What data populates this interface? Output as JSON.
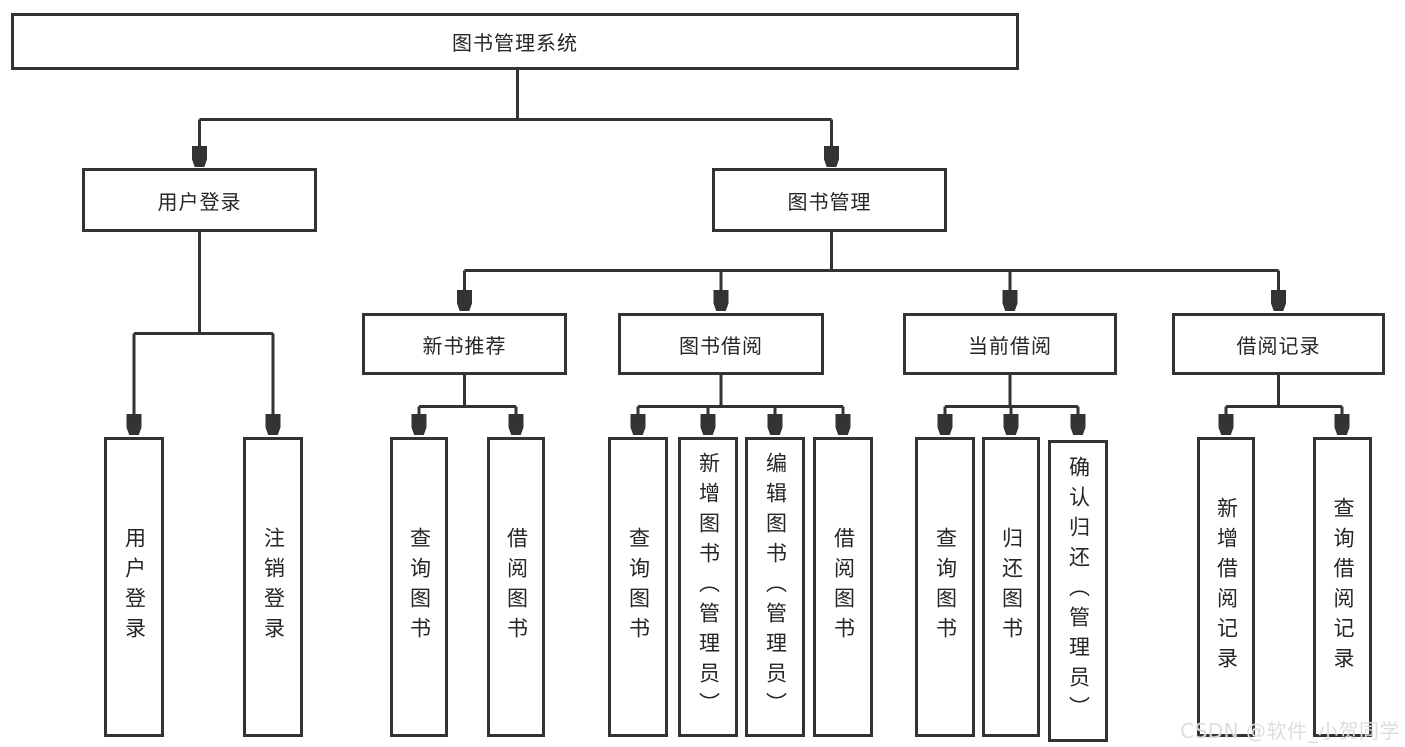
{
  "tree": {
    "label": "图书管理系统",
    "children": [
      {
        "label": "用户登录",
        "children": [
          {
            "label": "用户登录"
          },
          {
            "label": "注销登录"
          }
        ]
      },
      {
        "label": "图书管理",
        "children": [
          {
            "label": "新书推荐",
            "children": [
              {
                "label": "查询图书"
              },
              {
                "label": "借阅图书"
              }
            ]
          },
          {
            "label": "图书借阅",
            "children": [
              {
                "label": "查询图书"
              },
              {
                "label": "新增图书（管理员）"
              },
              {
                "label": "编辑图书（管理员）"
              },
              {
                "label": "借阅图书"
              }
            ]
          },
          {
            "label": "当前借阅",
            "children": [
              {
                "label": "查询图书"
              },
              {
                "label": "归还图书"
              },
              {
                "label": "确认归还（管理员）"
              }
            ]
          },
          {
            "label": "借阅记录",
            "children": [
              {
                "label": "新增借阅记录"
              },
              {
                "label": "查询借阅记录"
              }
            ]
          }
        ]
      }
    ]
  },
  "watermark": "CSDN @软件_小贺同学",
  "colors": {
    "line": "#333333",
    "box_border": "#333333",
    "text": "#262626",
    "background": "#ffffff",
    "watermark_text": "#d8dcdf"
  }
}
